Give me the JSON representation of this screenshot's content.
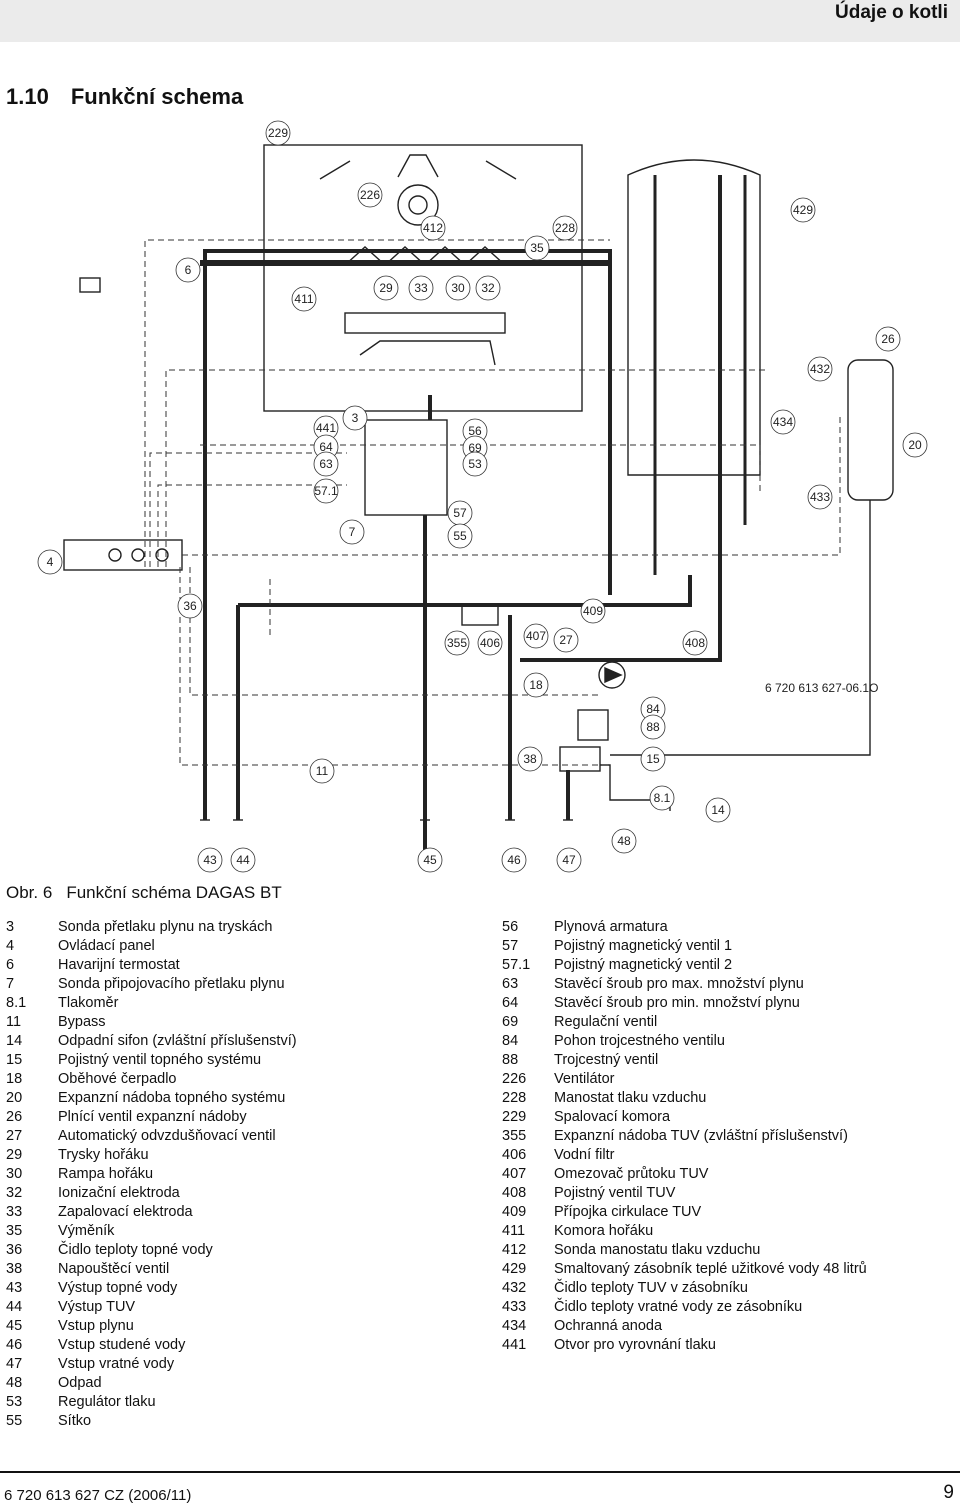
{
  "header": {
    "title": "Údaje o kotli"
  },
  "section": {
    "number": "1.10",
    "title": "Funkční schema"
  },
  "diagram": {
    "part_labels": [
      "229",
      "226",
      "412",
      "228",
      "35",
      "429",
      "6",
      "411",
      "29",
      "33",
      "30",
      "32",
      "26",
      "432",
      "441",
      "64",
      "63",
      "56",
      "69",
      "53",
      "434",
      "20",
      "57.1",
      "433",
      "57",
      "55",
      "7",
      "4",
      "3",
      "36",
      "409",
      "355",
      "406",
      "407",
      "27",
      "408",
      "18",
      "84",
      "88",
      "38",
      "15",
      "11",
      "8.1",
      "14",
      "48",
      "43",
      "44",
      "45",
      "46",
      "47"
    ],
    "drawing_code": "6 720 613 627-06.1O"
  },
  "caption": {
    "fig": "Obr. 6",
    "text": "Funkční schéma DAGAS BT"
  },
  "legend_left": [
    {
      "code": "3",
      "text": "Sonda přetlaku plynu na tryskách"
    },
    {
      "code": "4",
      "text": "Ovládací panel"
    },
    {
      "code": "6",
      "text": "Havarijní termostat"
    },
    {
      "code": "7",
      "text": "Sonda připojovacího přetlaku plynu"
    },
    {
      "code": "8.1",
      "text": "Tlakoměr"
    },
    {
      "code": "11",
      "text": "Bypass"
    },
    {
      "code": "14",
      "text": "Odpadní sifon (zvláštní příslušenství)"
    },
    {
      "code": "15",
      "text": "Pojistný ventil topného systému"
    },
    {
      "code": "18",
      "text": "Oběhové čerpadlo"
    },
    {
      "code": "20",
      "text": "Expanzní nádoba topného systému"
    },
    {
      "code": "26",
      "text": "Plnící ventil expanzní nádoby"
    },
    {
      "code": "27",
      "text": "Automatický odvzdušňovací ventil"
    },
    {
      "code": "29",
      "text": "Trysky hořáku"
    },
    {
      "code": "30",
      "text": "Rampa hořáku"
    },
    {
      "code": "32",
      "text": "Ionizační elektroda"
    },
    {
      "code": "33",
      "text": "Zapalovací elektroda"
    },
    {
      "code": "35",
      "text": "Výměník"
    },
    {
      "code": "36",
      "text": "Čidlo teploty topné vody"
    },
    {
      "code": "38",
      "text": "Napouštěcí ventil"
    },
    {
      "code": "43",
      "text": "Výstup topné vody"
    },
    {
      "code": "44",
      "text": "Výstup TUV"
    },
    {
      "code": "45",
      "text": "Vstup plynu"
    },
    {
      "code": "46",
      "text": "Vstup studené vody"
    },
    {
      "code": "47",
      "text": "Vstup vratné vody"
    },
    {
      "code": "48",
      "text": "Odpad"
    },
    {
      "code": "53",
      "text": "Regulátor tlaku"
    },
    {
      "code": "55",
      "text": "Sítko"
    }
  ],
  "legend_right": [
    {
      "code": "56",
      "text": "Plynová armatura"
    },
    {
      "code": "57",
      "text": "Pojistný magnetický ventil  1"
    },
    {
      "code": "57.1",
      "text": "Pojistný magnetický ventil 2"
    },
    {
      "code": "63",
      "text": "Stavěcí šroub pro max. množství plynu"
    },
    {
      "code": "64",
      "text": "Stavěcí šroub pro min. množství plynu"
    },
    {
      "code": "69",
      "text": "Regulační ventil"
    },
    {
      "code": "84",
      "text": "Pohon trojcestného ventilu"
    },
    {
      "code": "88",
      "text": "Trojcestný ventil"
    },
    {
      "code": "226",
      "text": "Ventilátor"
    },
    {
      "code": "228",
      "text": "Manostat tlaku vzduchu"
    },
    {
      "code": "229",
      "text": "Spalovací komora"
    },
    {
      "code": "355",
      "text": "Expanzní nádoba TUV (zvláštní příslušenství)"
    },
    {
      "code": "406",
      "text": "Vodní filtr"
    },
    {
      "code": "407",
      "text": "Omezovač průtoku TUV"
    },
    {
      "code": "408",
      "text": "Pojistný ventil TUV"
    },
    {
      "code": "409",
      "text": "Přípojka cirkulace TUV"
    },
    {
      "code": "411",
      "text": "Komora hořáku"
    },
    {
      "code": "412",
      "text": "Sonda manostatu tlaku vzduchu"
    },
    {
      "code": "429",
      "text": "Smaltovaný zásobník teplé užitkové vody 48 litrů"
    },
    {
      "code": "432",
      "text": "Čidlo teploty TUV v zásobníku"
    },
    {
      "code": "433",
      "text": "Čidlo teploty vratné vody ze zásobníku"
    },
    {
      "code": "434",
      "text": "Ochranná anoda"
    },
    {
      "code": "441",
      "text": "Otvor pro vyrovnání tlaku"
    }
  ],
  "footer": {
    "doc_id": "6 720 613 627 CZ (2006/11)",
    "page": "9"
  }
}
